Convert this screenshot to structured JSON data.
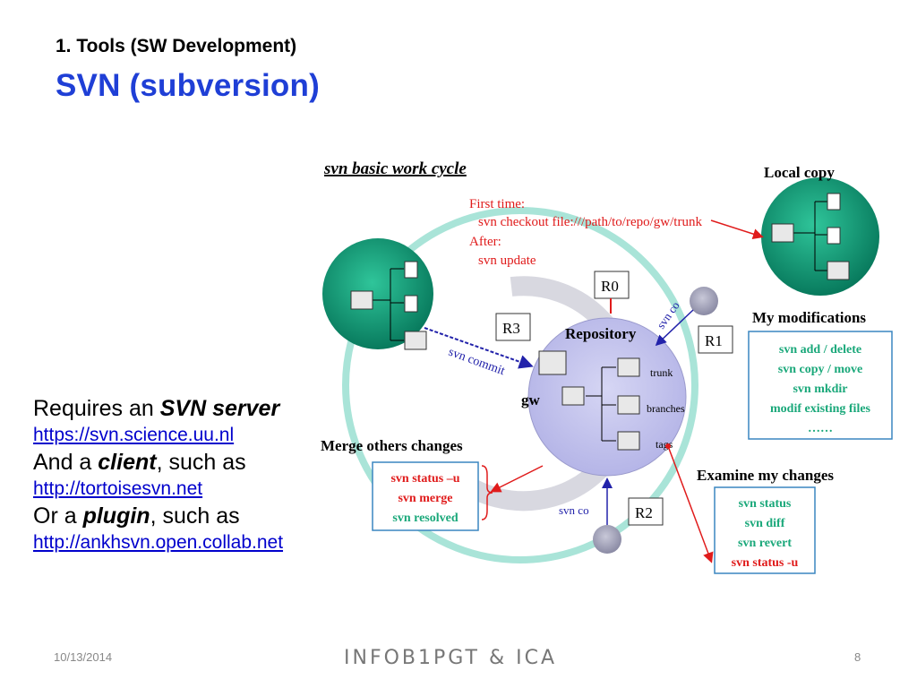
{
  "header": {
    "subtitle": "1. Tools (SW Development)",
    "title": "SVN (subversion)"
  },
  "body": {
    "line1_prefix": "Requires an ",
    "line1_emph": "SVN server",
    "link1": "https://svn.science.uu.nl",
    "line2_prefix": "And a ",
    "line2_emph": "client",
    "line2_suffix": ", such as",
    "link2": "http://tortoisesvn.net",
    "line3_prefix": "Or a ",
    "line3_emph": "plugin",
    "line3_suffix": ", such as",
    "link3": "http://ankhsvn.open.collab.net"
  },
  "diagram": {
    "heading": "svn basic work cycle",
    "local_copy": "Local copy",
    "first_time": "First time:",
    "checkout_cmd": "svn checkout file:///path/to/repo/gw/trunk",
    "after": "After:",
    "update_cmd": "svn update",
    "r0": "R0",
    "r1": "R1",
    "r2": "R2",
    "r3": "R3",
    "repository": "Repository",
    "gw": "gw",
    "trunk": "trunk",
    "branches": "branches",
    "tags": "tags",
    "svn_co_top": "svn co",
    "svn_co_bottom": "svn co",
    "svn_commit": "svn commit",
    "my_modifications": "My modifications",
    "mod_cmds": [
      "svn add / delete",
      "svn copy / move",
      "svn mkdir",
      "modif existing files",
      "……"
    ],
    "merge_others": "Merge others changes",
    "merge_cmds": [
      "svn status –u",
      "svn merge",
      "svn resolved"
    ],
    "examine_changes": "Examine my changes",
    "examine_cmds": [
      "svn status",
      "svn diff",
      "svn revert",
      "svn status -u"
    ]
  },
  "footer": {
    "date": "10/13/2014",
    "brand": "INFOB1PGT & ICA",
    "page": "8"
  }
}
